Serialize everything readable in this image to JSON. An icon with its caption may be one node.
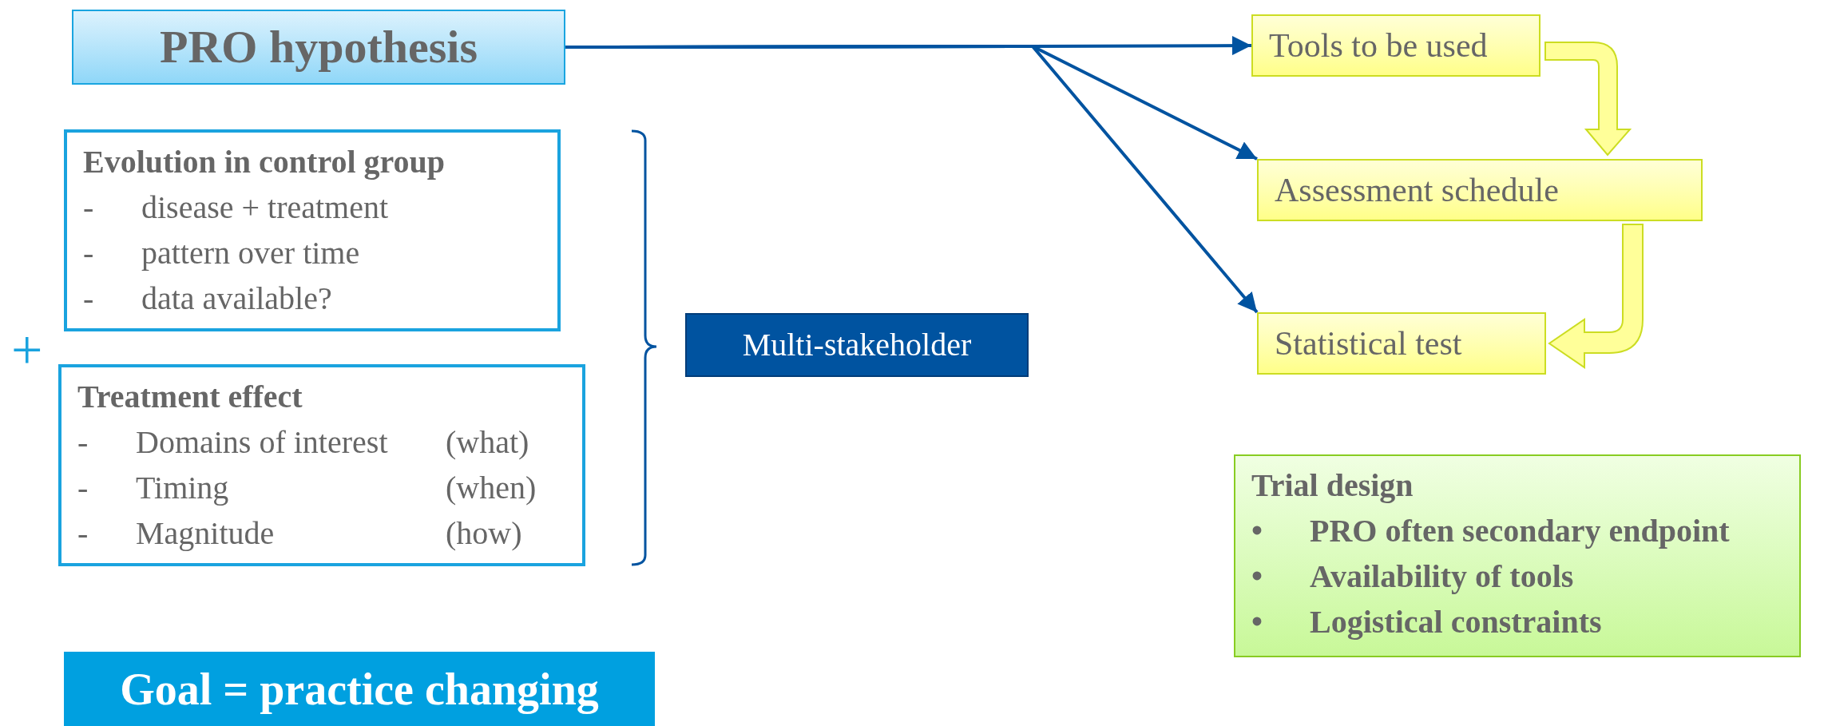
{
  "diagram": {
    "nodes": [
      {
        "text": [
          "PRO hypothesis"
        ]
      },
      {
        "text": [
          "Evolution in control group",
          "- disease + treatment",
          "- pattern over time",
          "- data available?"
        ]
      },
      {
        "text": [
          "Treatment effect",
          "- Domains of interest (what)",
          "- Timing (when)",
          "- Magnitude (how)"
        ]
      },
      {
        "text": [
          "Multi-stakeholder"
        ]
      },
      {
        "text": [
          "Tools to be used"
        ]
      },
      {
        "text": [
          "Assessment schedule"
        ]
      },
      {
        "text": [
          "Statistical test"
        ]
      },
      {
        "text": [
          "Trial design",
          "• PRO often secondary endpoint",
          "• Availability of tools",
          "• Logistical constraints"
        ]
      },
      {
        "text": [
          "Goal = practice changing"
        ]
      }
    ],
    "edges": [
      {
        "from": 0,
        "to": 4,
        "arrow": "to"
      },
      {
        "from": 0,
        "to": 5,
        "arrow": "to"
      },
      {
        "from": 0,
        "to": 6,
        "arrow": "to"
      },
      {
        "from": 4,
        "to": 5,
        "arrow": "to",
        "style": "thick",
        "color": "#ffff99"
      },
      {
        "from": 5,
        "to": 6,
        "arrow": "to",
        "style": "thick",
        "color": "#ffff99"
      }
    ],
    "labels": [
      "+"
    ]
  }
}
